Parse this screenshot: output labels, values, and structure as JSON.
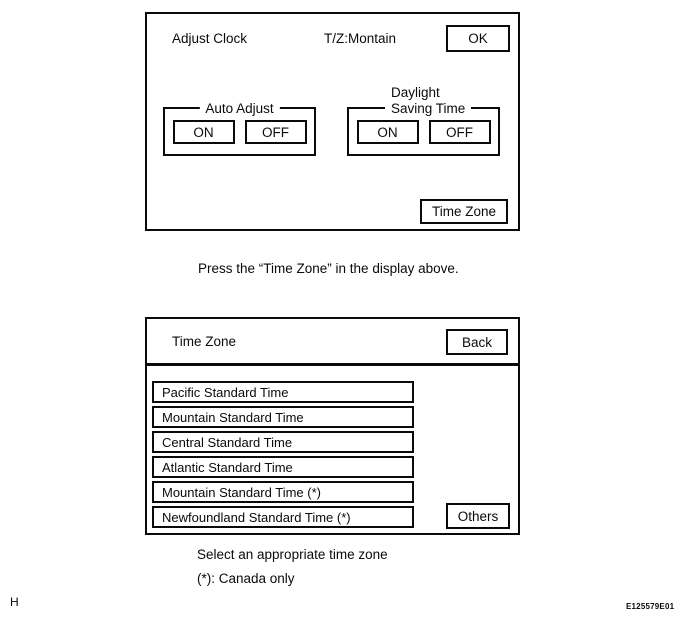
{
  "adjust_clock_panel": {
    "title": "Adjust Clock",
    "timezone_status": "T/Z:Montain",
    "ok_button": "OK",
    "auto_adjust_group": {
      "label": "Auto Adjust",
      "on_button": "ON",
      "off_button": "OFF"
    },
    "dst_group": {
      "label_line1": "Daylight",
      "label_line2": "Saving Time",
      "on_button": "ON",
      "off_button": "OFF"
    },
    "time_zone_button": "Time Zone"
  },
  "caption_between": "Press the “Time Zone” in the display above.",
  "time_zone_panel": {
    "title": "Time Zone",
    "back_button": "Back",
    "zones": [
      "Pacific Standard Time",
      "Mountain Standard Time",
      "Central Standard Time",
      "Atlantic Standard Time",
      "Mountain Standard Time (*)",
      "Newfoundland Standard Time (*)"
    ],
    "others_button": "Others"
  },
  "caption_select": "Select an appropriate time zone",
  "caption_canada": "(*): Canada only",
  "footer": {
    "left": "H",
    "right": "E125579E01"
  }
}
